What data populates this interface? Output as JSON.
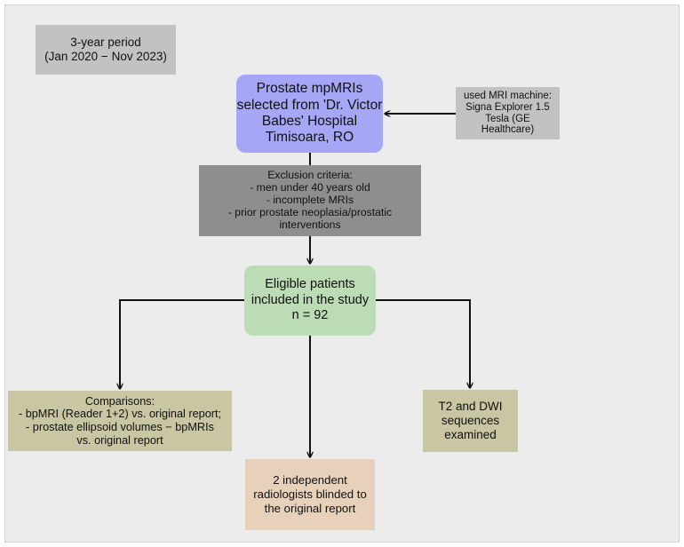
{
  "period": {
    "lines": [
      "3-year period",
      "(Jan 2020 − Nov 2023)"
    ]
  },
  "selected": {
    "lines": [
      "Prostate mpMRIs",
      "selected from 'Dr. Victor",
      "Babes' Hospital",
      "Timisoara, RO"
    ]
  },
  "machine": {
    "lines": [
      "used MRI machine:",
      "Signa Explorer 1.5",
      "Tesla (GE",
      "Healthcare)"
    ]
  },
  "exclusion": {
    "lines": [
      "Exclusion criteria:",
      "- men under 40 years old",
      "- incomplete MRIs",
      "- prior prostate neoplasia/prostatic",
      "interventions"
    ]
  },
  "eligible": {
    "lines": [
      "Eligible patients",
      "included in the study",
      "n = 92"
    ]
  },
  "comparisons": {
    "lines": [
      "Comparisons:",
      "- bpMRI (Reader 1+2) vs. original report;",
      "- prostate ellipsoid volumes − bpMRIs",
      "vs. original report"
    ]
  },
  "t2dwi": {
    "lines": [
      "T2 and DWI",
      "sequences",
      "examined"
    ]
  },
  "radiologists": {
    "lines": [
      "2 independent",
      "radiologists blinded to",
      "the original report"
    ]
  },
  "colors": {
    "frame": "#ececec",
    "gray_box": "#c2c2c2",
    "mri_box": "#a6a6f7",
    "exclusion_box": "#8e8e8e",
    "eligible_box": "#bcdcb5",
    "outcome_box": "#c9c6a3",
    "radiologists_box": "#e8d1bb",
    "arrow": "#111111"
  }
}
